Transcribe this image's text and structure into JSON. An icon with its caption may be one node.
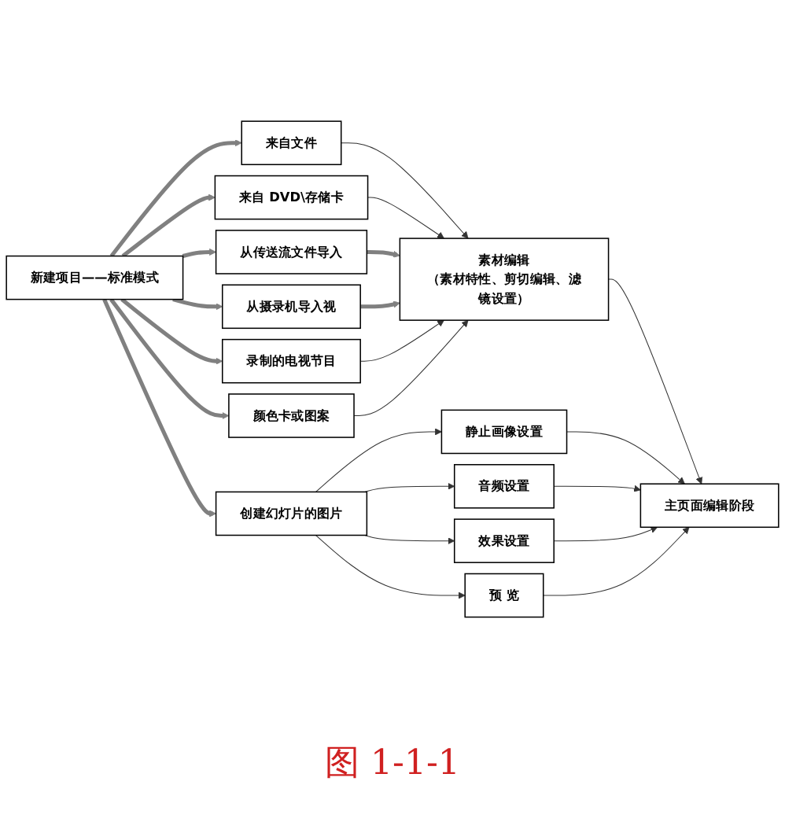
{
  "diagram": {
    "caption": "图 1-1-1",
    "nodes": [
      {
        "text": [
          "新建项目——标准模式"
        ]
      },
      {
        "text": [
          "来自文件"
        ]
      },
      {
        "text": [
          "来自 DVD\\存储卡"
        ]
      },
      {
        "text": [
          "从传送流文件导入"
        ]
      },
      {
        "text": [
          "从摄录机导入视"
        ]
      },
      {
        "text": [
          "录制的电视节目"
        ]
      },
      {
        "text": [
          "颜色卡或图案"
        ]
      },
      {
        "text": [
          "创建幻灯片的图片"
        ]
      },
      {
        "text": [
          "素材编辑",
          "（素材特性、剪切编辑、滤镜设置）"
        ]
      },
      {
        "text": [
          "主页面编辑阶段"
        ]
      },
      {
        "text": [
          "静止画像设置"
        ]
      },
      {
        "text": [
          "音频设置"
        ]
      },
      {
        "text": [
          "效果设置"
        ]
      },
      {
        "text": [
          "预 览"
        ]
      }
    ],
    "edges": [
      {
        "from": 0,
        "to": 1,
        "arrow": "to",
        "style": "thick",
        "color": "#808080"
      },
      {
        "from": 0,
        "to": 2,
        "arrow": "to",
        "style": "thick",
        "color": "#808080"
      },
      {
        "from": 0,
        "to": 3,
        "arrow": "to",
        "style": "thick",
        "color": "#808080"
      },
      {
        "from": 0,
        "to": 4,
        "arrow": "to",
        "style": "thick",
        "color": "#808080"
      },
      {
        "from": 0,
        "to": 5,
        "arrow": "to",
        "style": "thick",
        "color": "#808080"
      },
      {
        "from": 0,
        "to": 6,
        "arrow": "to",
        "style": "thick",
        "color": "#808080"
      },
      {
        "from": 0,
        "to": 7,
        "arrow": "to",
        "style": "thick",
        "color": "#808080"
      },
      {
        "from": 1,
        "to": 8,
        "arrow": "to"
      },
      {
        "from": 2,
        "to": 8,
        "arrow": "to"
      },
      {
        "from": 3,
        "to": 8,
        "arrow": "to",
        "style": "thick",
        "color": "#808080"
      },
      {
        "from": 4,
        "to": 8,
        "arrow": "to",
        "style": "thick",
        "color": "#808080"
      },
      {
        "from": 5,
        "to": 8,
        "arrow": "to"
      },
      {
        "from": 6,
        "to": 8,
        "arrow": "to"
      },
      {
        "from": 8,
        "to": 9,
        "arrow": "to"
      },
      {
        "from": 7,
        "to": 10,
        "arrow": "to"
      },
      {
        "from": 7,
        "to": 11,
        "arrow": "to"
      },
      {
        "from": 7,
        "to": 12,
        "arrow": "to"
      },
      {
        "from": 7,
        "to": 13,
        "arrow": "to"
      },
      {
        "from": 10,
        "to": 9,
        "arrow": "to"
      },
      {
        "from": 11,
        "to": 9,
        "arrow": "to"
      },
      {
        "from": 12,
        "to": 9,
        "arrow": "to"
      },
      {
        "from": 13,
        "to": 9,
        "arrow": "to"
      }
    ]
  }
}
